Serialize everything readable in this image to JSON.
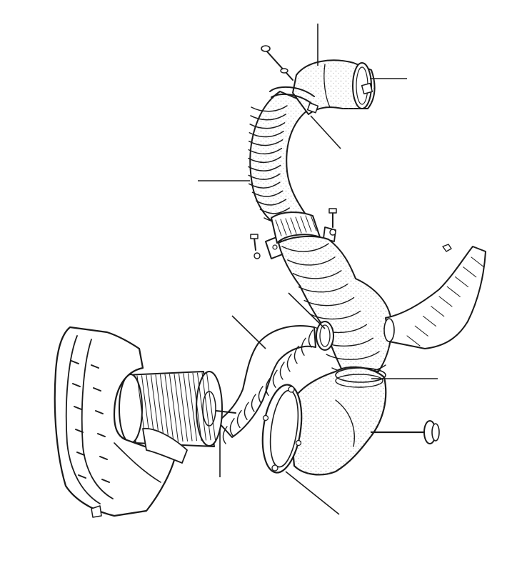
{
  "figure": {
    "kind": "exploded-parts-diagram",
    "ink_color": "#1a1a1a",
    "background": "#ffffff",
    "parts": [
      "air-duct-elbow",
      "hose-clip",
      "flexible-duct-upper",
      "duct-bracket",
      "duct-connector",
      "flexible-duct-lower",
      "air-filter-element",
      "air-cleaner-housing",
      "fan-housing-flange",
      "duct-y-junction",
      "scoop-duct",
      "retaining-stud",
      "bolt",
      "nut"
    ],
    "callout_count": 9
  }
}
